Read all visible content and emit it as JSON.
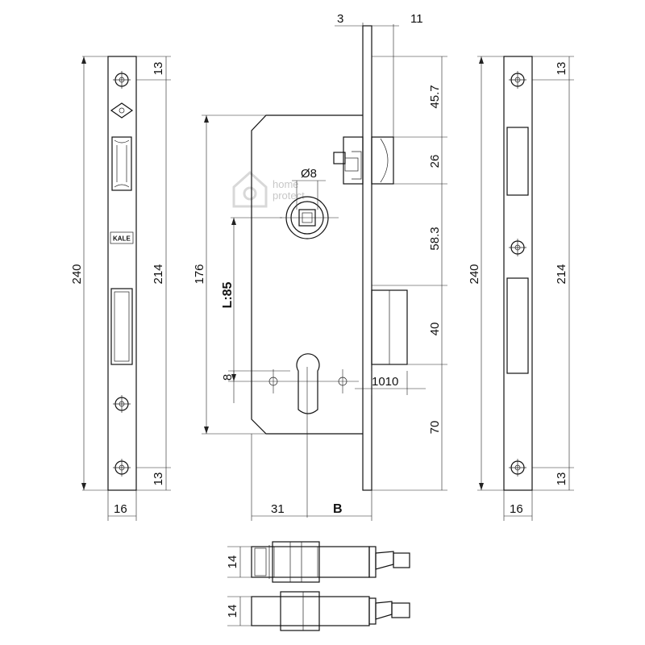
{
  "watermark": {
    "line1": "home",
    "line2": "protect"
  },
  "left_plate": {
    "height": "240",
    "between": "214",
    "top_offset": "13",
    "bottom_offset": "13",
    "width": "16",
    "logo_text": "KALE"
  },
  "right_plate": {
    "height": "240",
    "between": "214",
    "top_offset": "13",
    "bottom_offset": "13",
    "width": "16"
  },
  "front_view": {
    "top_small": "3",
    "top_large": "11",
    "right_dims": [
      "45.7",
      "26",
      "58.3",
      "40",
      "70"
    ],
    "body_height": "176",
    "hub_diameter": "Ø8",
    "handle_distance": "L:85",
    "cylinder_offset": "8",
    "bolt_offsets": "1010",
    "backset": "31",
    "backset_label": "B"
  },
  "side_views": {
    "top_thickness": "14",
    "bottom_thickness": "14"
  }
}
